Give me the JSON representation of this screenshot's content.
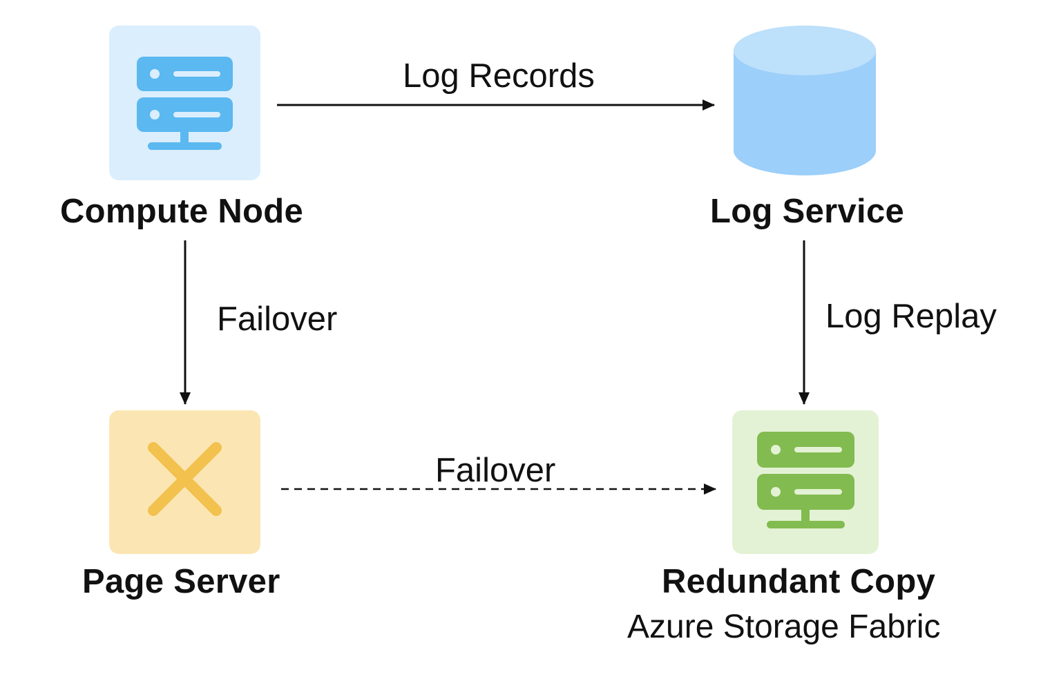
{
  "nodes": {
    "compute": {
      "label": "Compute Node",
      "icon": "server-icon",
      "color": "#5bb8f0",
      "fill": "#dbeefd"
    },
    "log_service": {
      "label": "Log Service",
      "icon": "database-cylinder-icon",
      "color": "#9ccff9"
    },
    "page_server": {
      "label": "Page Server",
      "icon": "x-mark-icon",
      "color": "#f2c14e",
      "fill": "#fbe6b3"
    },
    "redundant_copy": {
      "label": "Redundant Copy",
      "sublabel": "Azure Storage Fabric",
      "icon": "server-icon",
      "color": "#82bb4f",
      "fill": "#e3f2d4"
    }
  },
  "edges": {
    "compute_to_log": {
      "label": "Log Records",
      "style": "solid"
    },
    "compute_to_page": {
      "label": "Failover",
      "style": "solid"
    },
    "log_to_redundant": {
      "label": "Log Replay",
      "style": "solid"
    },
    "page_to_redundant": {
      "label": "Failover",
      "style": "dashed"
    }
  }
}
